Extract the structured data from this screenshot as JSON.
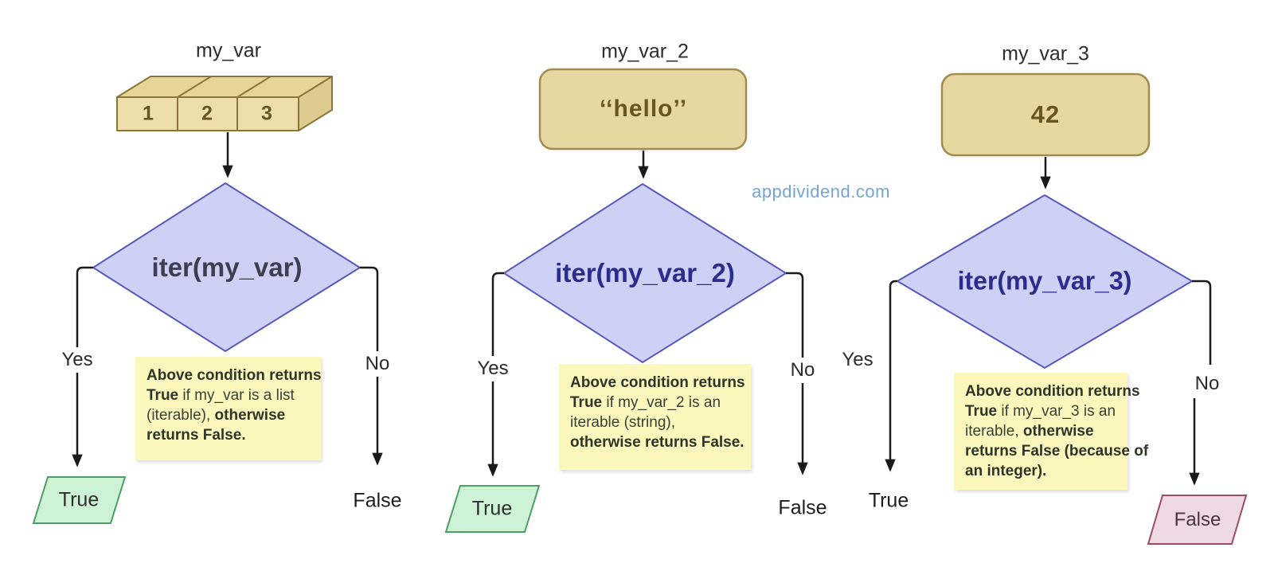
{
  "watermark": "appdividend.com",
  "colors": {
    "diamond_fill": "#cdd1f5",
    "diamond_stroke": "#5a58ba",
    "tan_fill": "#e7d7a1",
    "tan_stroke": "#a28c50",
    "note_bg": "#fcf7bd",
    "green_fill": "#cdf2d6",
    "green_stroke": "#4e9e63",
    "pink_fill": "#eedae3",
    "pink_stroke": "#9d4b67",
    "watermark_color": "#74a5d2"
  },
  "columns": [
    {
      "var_label": "my_var",
      "value_cells": [
        "1",
        "2",
        "3"
      ],
      "condition": "iter(my_var)",
      "yes_label": "Yes",
      "no_label": "No",
      "yes_result": "True",
      "no_result": "False",
      "note": [
        [
          {
            "t": "Above condition  returns",
            "b": true
          }
        ],
        [
          {
            "t": "True",
            "b": true
          },
          {
            "t": " if my_var is a list",
            "b": false
          }
        ],
        [
          {
            "t": "(iterable), ",
            "b": false
          },
          {
            "t": "otherwise",
            "b": true
          }
        ],
        [
          {
            "t": "returns False.",
            "b": true
          }
        ]
      ]
    },
    {
      "var_label": "my_var_2",
      "value": "‘‘hello’’",
      "condition": "iter(my_var_2)",
      "yes_label": "Yes",
      "no_label": "No",
      "yes_result": "True",
      "no_result": "False",
      "note": [
        [
          {
            "t": "Above condition  returns",
            "b": true
          }
        ],
        [
          {
            "t": "True",
            "b": true
          },
          {
            "t": " if my_var_2 is an",
            "b": false
          }
        ],
        [
          {
            "t": "iterable (string),",
            "b": false
          }
        ],
        [
          {
            "t": "otherwise returns False.",
            "b": true
          }
        ]
      ]
    },
    {
      "var_label": "my_var_3",
      "value": "42",
      "condition": "iter(my_var_3)",
      "yes_label": "Yes",
      "no_label": "No",
      "yes_result": "True",
      "no_result": "False",
      "note": [
        [
          {
            "t": "Above condition  returns",
            "b": true
          }
        ],
        [
          {
            "t": "True",
            "b": true
          },
          {
            "t": " if my_var_3 is an",
            "b": false
          }
        ],
        [
          {
            "t": "iterable, ",
            "b": false
          },
          {
            "t": "otherwise",
            "b": true
          }
        ],
        [
          {
            "t": "returns False (because of",
            "b": true
          }
        ],
        [
          {
            "t": "an integer).",
            "b": true
          }
        ]
      ]
    }
  ]
}
